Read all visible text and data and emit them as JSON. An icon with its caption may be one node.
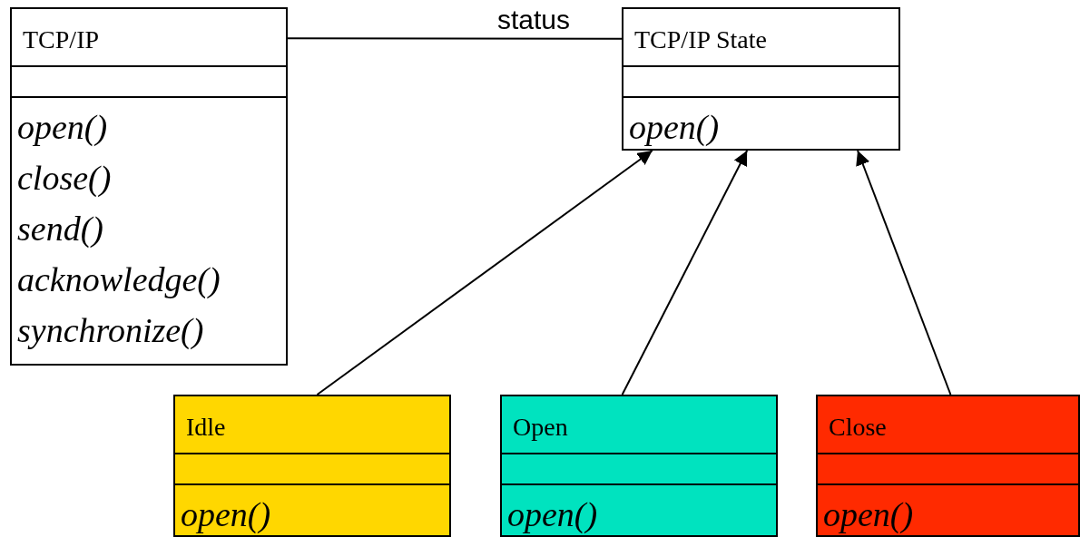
{
  "diagram": {
    "nodes": [
      {
        "text": [
          "TCP/IP",
          "open()",
          "close()",
          "send()",
          "acknowledge()",
          "synchronize()"
        ]
      },
      {
        "text": [
          "TCP/IP State",
          "open()"
        ]
      },
      {
        "text": [
          "Idle",
          "open()"
        ]
      },
      {
        "text": [
          "Open",
          "open()"
        ]
      },
      {
        "text": [
          "Close",
          "open()"
        ]
      }
    ],
    "edges": [
      {
        "from": 0,
        "to": 1,
        "arrow": "none",
        "label": "status"
      },
      {
        "from": 2,
        "to": 1,
        "arrow": "to"
      },
      {
        "from": 3,
        "to": 1,
        "arrow": "to"
      },
      {
        "from": 4,
        "to": 1,
        "arrow": "to"
      }
    ]
  }
}
